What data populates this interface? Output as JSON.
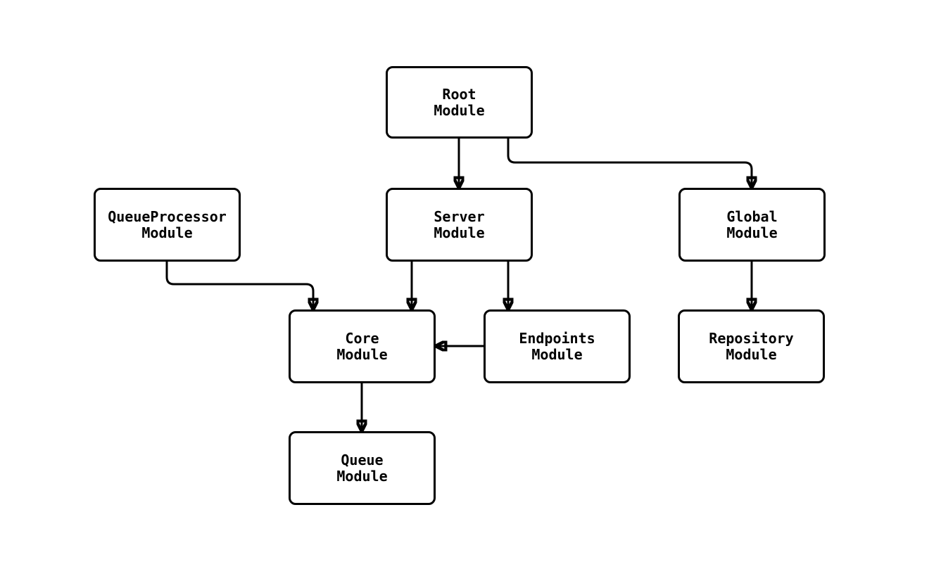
{
  "colors": {
    "stroke": "#000000",
    "node_fill": "#ffffff",
    "background": "#ffffff"
  },
  "diagram": {
    "type": "module-dependency-graph",
    "nodes": [
      {
        "id": "root",
        "label": "Root\nModule"
      },
      {
        "id": "queueprocessor",
        "label": "QueueProcessor\nModule"
      },
      {
        "id": "server",
        "label": "Server\nModule"
      },
      {
        "id": "global",
        "label": "Global\nModule"
      },
      {
        "id": "core",
        "label": "Core\nModule"
      },
      {
        "id": "endpoints",
        "label": "Endpoints\nModule"
      },
      {
        "id": "repository",
        "label": "Repository\nModule"
      },
      {
        "id": "queue",
        "label": "Queue\nModule"
      }
    ],
    "edges": [
      {
        "from": "Root Module",
        "to": "Server Module"
      },
      {
        "from": "Root Module",
        "to": "Global Module"
      },
      {
        "from": "QueueProcessor Module",
        "to": "Core Module"
      },
      {
        "from": "Server Module",
        "to": "Core Module"
      },
      {
        "from": "Server Module",
        "to": "Endpoints Module"
      },
      {
        "from": "Endpoints Module",
        "to": "Core Module"
      },
      {
        "from": "Global Module",
        "to": "Repository Module"
      },
      {
        "from": "Core Module",
        "to": "Queue Module"
      }
    ]
  }
}
